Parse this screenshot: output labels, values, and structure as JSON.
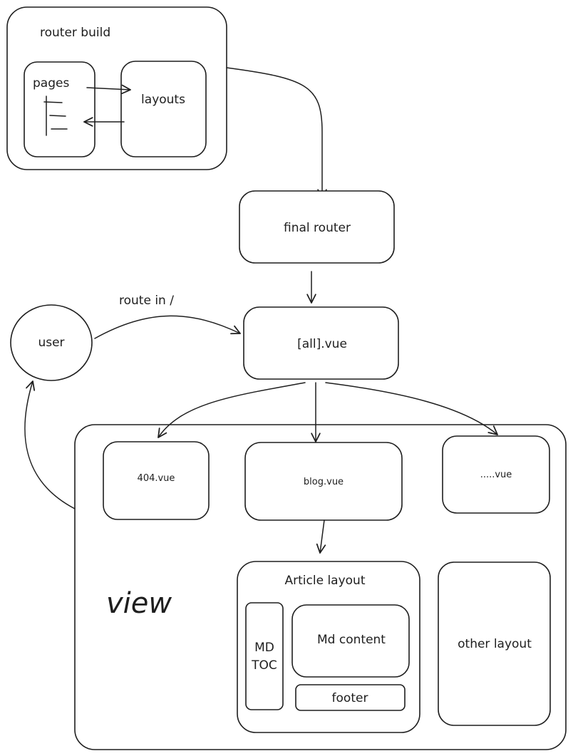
{
  "diagram": {
    "nodes": {
      "router_build": "router build",
      "pages": "pages",
      "layouts": "layouts",
      "final_router": "final router",
      "all_vue": "[all].vue",
      "user": "user",
      "route_in": "route in  /",
      "view": "view",
      "not_found_vue": "404.vue",
      "blog_vue": "blog.vue",
      "other_vue": ".....vue",
      "article_layout": "Article layout",
      "md_toc_line1": "MD",
      "md_toc_line2": "TOC",
      "md_content": "Md content",
      "footer": "footer",
      "other_layout": "other layout"
    }
  }
}
